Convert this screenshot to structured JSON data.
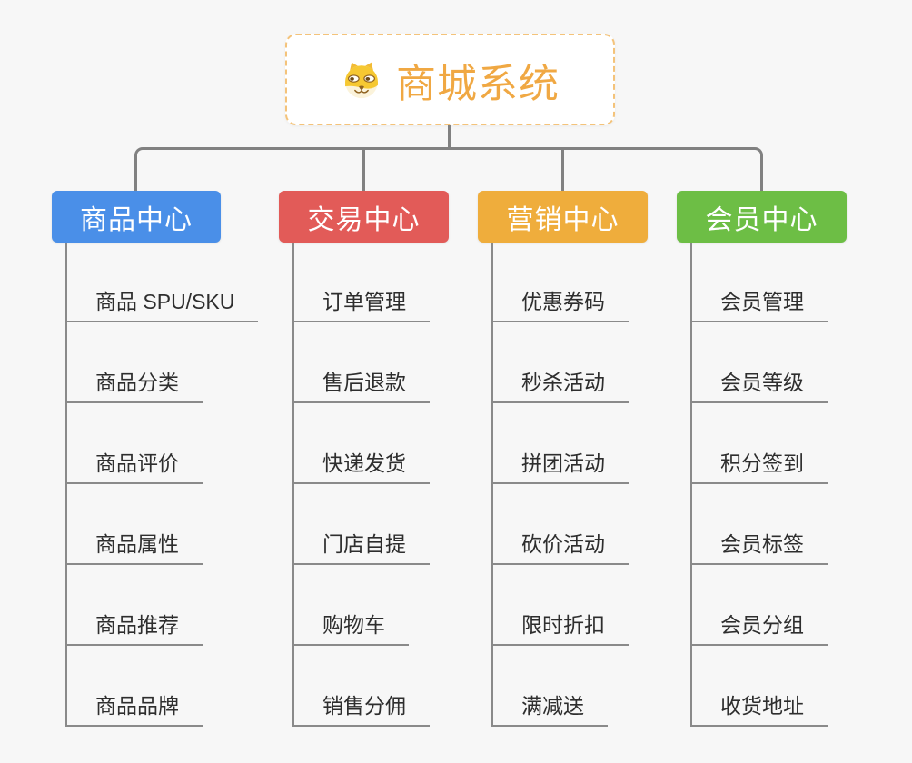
{
  "app": {
    "type": "mind-map",
    "background": "#F7F7F7"
  },
  "root": {
    "title": "商城系统",
    "icon": "dog-face-icon",
    "text_color": "#F0A843",
    "border_color": "#F4C37A",
    "background": "#FFFFFF"
  },
  "branches": [
    {
      "label": "商品中心",
      "color": "#4A8FE8",
      "children": [
        "商品 SPU/SKU",
        "商品分类",
        "商品评价",
        "商品属性",
        "商品推荐",
        "商品品牌"
      ]
    },
    {
      "label": "交易中心",
      "color": "#E25B58",
      "children": [
        "订单管理",
        "售后退款",
        "快递发货",
        "门店自提",
        "购物车",
        "销售分佣"
      ]
    },
    {
      "label": "营销中心",
      "color": "#EFAD3C",
      "children": [
        "优惠券码",
        "秒杀活动",
        "拼团活动",
        "砍价活动",
        "限时折扣",
        "满减送"
      ]
    },
    {
      "label": "会员中心",
      "color": "#6DBE45",
      "children": [
        "会员管理",
        "会员等级",
        "积分签到",
        "会员标签",
        "会员分组",
        "收货地址"
      ]
    }
  ],
  "connectors": {
    "color": "#818181",
    "leaf_line_color": "#8A8A8A"
  },
  "leaf_text_color": "#2E2E2E"
}
